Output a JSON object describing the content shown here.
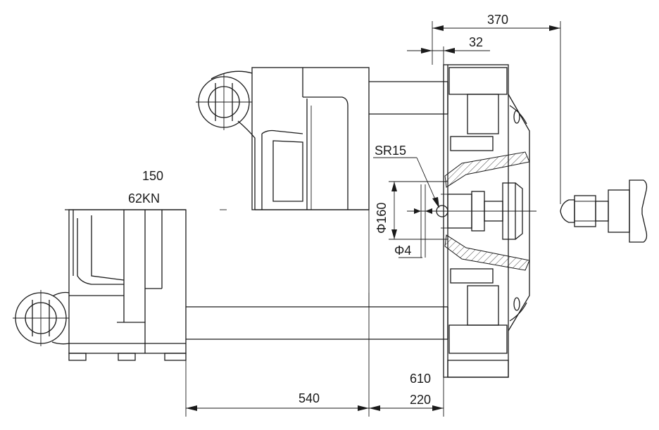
{
  "labels": {
    "dim_370": "370",
    "dim_32": "32",
    "sr15": "SR15",
    "force_value": "150",
    "force_unit": "62KN",
    "phi160": "Φ160",
    "phi4": "Φ4",
    "dim_610": "610",
    "dim_540": "540",
    "dim_220": "220"
  }
}
